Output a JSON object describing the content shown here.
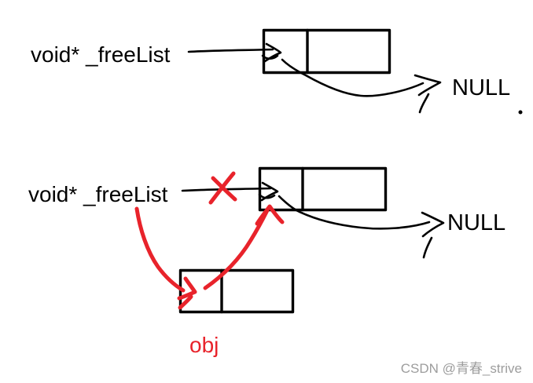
{
  "colors": {
    "ink": "#000000",
    "annotation": "#e8232b",
    "watermark": "#9d9d9d"
  },
  "diagram_top": {
    "pointer_label": "void* _freeList",
    "null_label": "NULL"
  },
  "diagram_bottom": {
    "pointer_label": "void* _freeList",
    "null_label": "NULL",
    "obj_label": "obj"
  },
  "watermark": {
    "text": "CSDN @青春_strive"
  }
}
